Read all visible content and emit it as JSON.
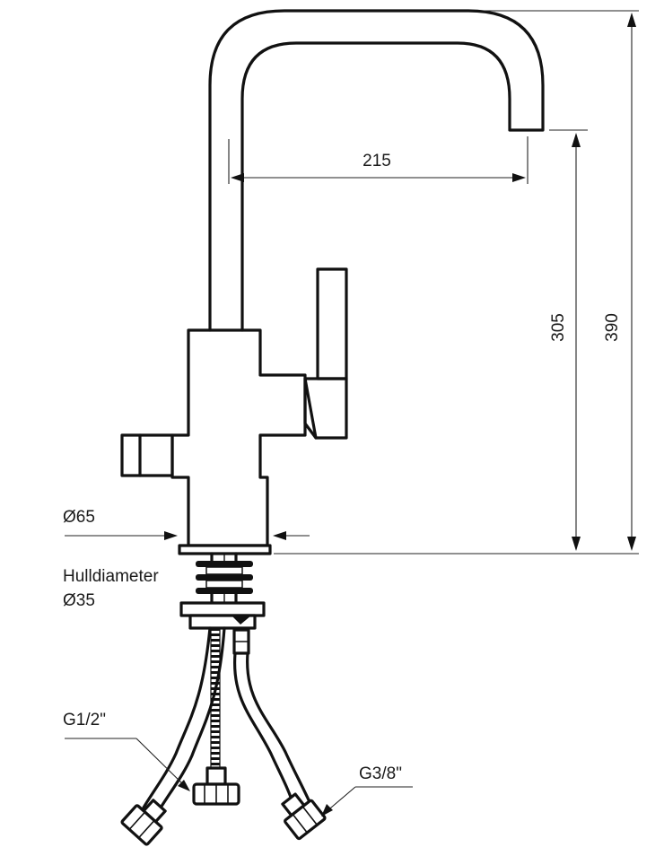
{
  "diagram": {
    "dimension_labels": {
      "reach": "215",
      "spout_height": "305",
      "total_height": "390",
      "base_diameter": "Ø65"
    },
    "annotations": {
      "hole_label_line1": "Hulldiameter",
      "hole_label_line2": "Ø35",
      "hose_connection_left": "G1/2\"",
      "hose_connection_right": "G3/8\""
    },
    "colors": {
      "line": "#111111",
      "background": "#ffffff"
    }
  }
}
